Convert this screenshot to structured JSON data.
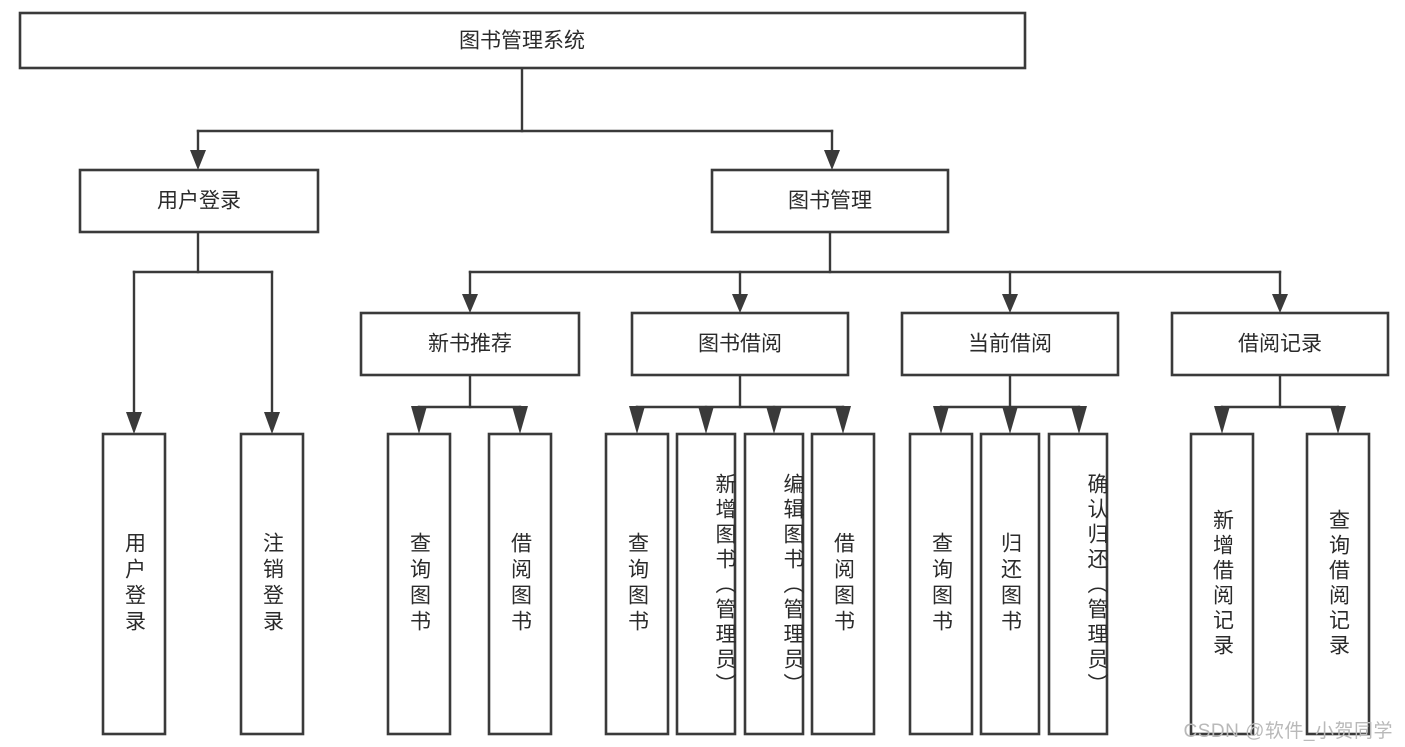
{
  "diagram": {
    "title": "图书管理系统",
    "type": "tree-hierarchy",
    "watermark": "CSDN @软件_小贺同学",
    "colors": {
      "stroke": "#3a3a3a",
      "fill": "#ffffff",
      "text": "#2b2b2b",
      "watermark": "#b9b9b9"
    },
    "root": {
      "label": "图书管理系统"
    },
    "level2": [
      {
        "id": "user-login",
        "label": "用户登录"
      },
      {
        "id": "book-manage",
        "label": "图书管理"
      }
    ],
    "level3": [
      {
        "id": "new-book-rec",
        "label": "新书推荐"
      },
      {
        "id": "book-borrow",
        "label": "图书借阅"
      },
      {
        "id": "current-borrow",
        "label": "当前借阅"
      },
      {
        "id": "borrow-record",
        "label": "借阅记录"
      }
    ],
    "leaves": {
      "user_login": [
        {
          "id": "leaf-user-login",
          "label": "用户登录"
        },
        {
          "id": "leaf-user-logout",
          "label": "注销登录"
        }
      ],
      "new_book_rec": [
        {
          "id": "leaf-query-book-1",
          "label": "查询图书"
        },
        {
          "id": "leaf-borrow-book-1",
          "label": "借阅图书"
        }
      ],
      "book_borrow": [
        {
          "id": "leaf-query-book-2",
          "label": "查询图书"
        },
        {
          "id": "leaf-add-book",
          "label": "新增图书（管理员）"
        },
        {
          "id": "leaf-edit-book",
          "label": "编辑图书（管理员）"
        },
        {
          "id": "leaf-borrow-book-2",
          "label": "借阅图书"
        }
      ],
      "current_borrow": [
        {
          "id": "leaf-query-book-3",
          "label": "查询图书"
        },
        {
          "id": "leaf-return-book",
          "label": "归还图书"
        },
        {
          "id": "leaf-confirm-return",
          "label": "确认归还（管理员）"
        }
      ],
      "borrow_record": [
        {
          "id": "leaf-add-record",
          "label": "新增借阅记录"
        },
        {
          "id": "leaf-query-record",
          "label": "查询借阅记录"
        }
      ]
    }
  }
}
